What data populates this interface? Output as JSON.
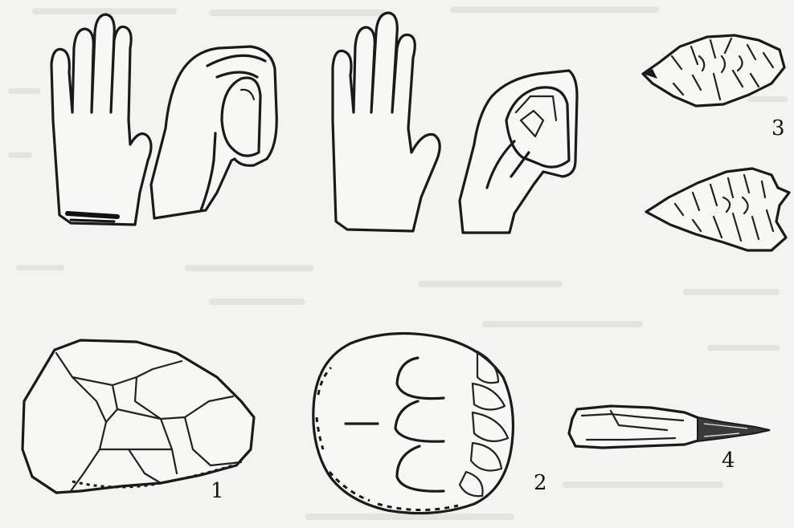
{
  "figure": {
    "labels": {
      "one": "1",
      "two": "2",
      "three": "3",
      "four": "4"
    }
  }
}
